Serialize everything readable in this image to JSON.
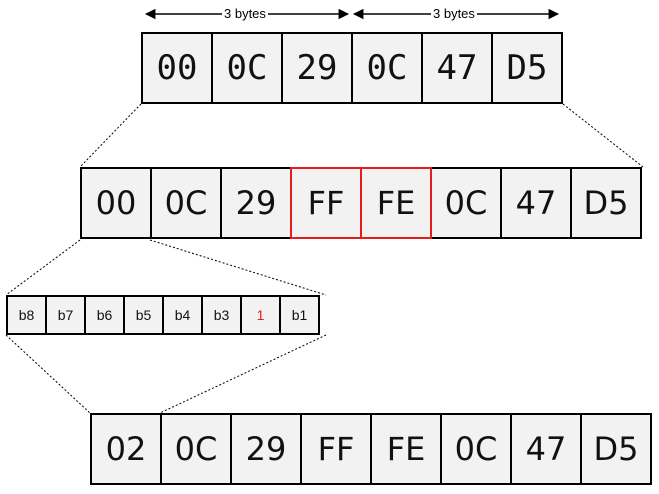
{
  "annotations": {
    "left_span": "3 bytes",
    "right_span": "3 bytes"
  },
  "original_mac": [
    "00",
    "0C",
    "29",
    "0C",
    "47",
    "D5"
  ],
  "expanded_eui64": [
    {
      "value": "00",
      "inserted": false
    },
    {
      "value": "0C",
      "inserted": false
    },
    {
      "value": "29",
      "inserted": false
    },
    {
      "value": "FF",
      "inserted": true
    },
    {
      "value": "FE",
      "inserted": true
    },
    {
      "value": "0C",
      "inserted": false
    },
    {
      "value": "47",
      "inserted": false
    },
    {
      "value": "D5",
      "inserted": false
    }
  ],
  "first_byte_bits": [
    {
      "label": "b8",
      "flipped": false
    },
    {
      "label": "b7",
      "flipped": false
    },
    {
      "label": "b6",
      "flipped": false
    },
    {
      "label": "b5",
      "flipped": false
    },
    {
      "label": "b4",
      "flipped": false
    },
    {
      "label": "b3",
      "flipped": false
    },
    {
      "label": "1",
      "flipped": true
    },
    {
      "label": "b1",
      "flipped": false
    }
  ],
  "result_eui64": [
    "02",
    "0C",
    "29",
    "FF",
    "FE",
    "0C",
    "47",
    "D5"
  ],
  "colors": {
    "highlight": "#e51c1c",
    "cell_fill": "#f2f2f2",
    "border": "#000000"
  }
}
